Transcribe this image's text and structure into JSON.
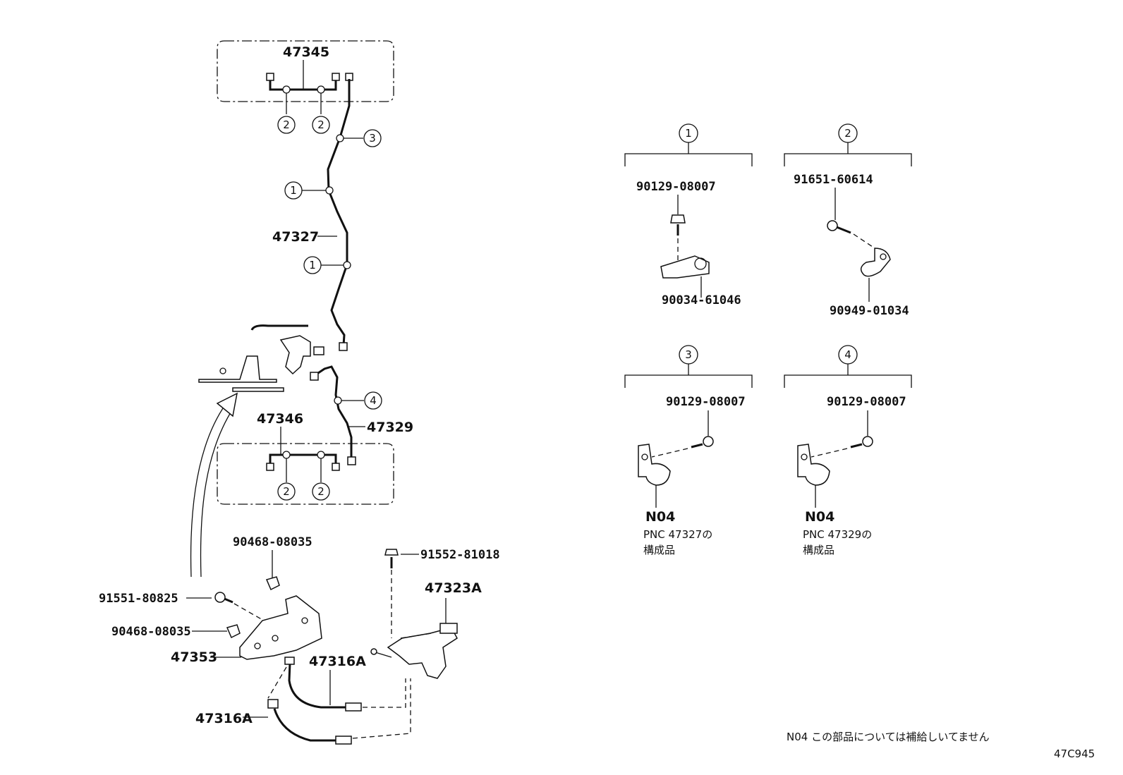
{
  "callouts": {
    "c1": "1",
    "c2": "2",
    "c3": "3",
    "c4": "4"
  },
  "parts": {
    "p47345": "47345",
    "p47327": "47327",
    "p47346": "47346",
    "p47329": "47329",
    "p90468a": "90468-08035",
    "p91552": "91552-81018",
    "p91551": "91551-80825",
    "p47323A": "47323A",
    "p90468b": "90468-08035",
    "p47353": "47353",
    "p47316A_upper": "47316A",
    "p47316A_lower": "47316A"
  },
  "details": {
    "d1": {
      "num": "1",
      "bolt": "90129-08007",
      "clip": "90034-61046"
    },
    "d2": {
      "num": "2",
      "bolt": "91651-60614",
      "clip": "90949-01034"
    },
    "d3": {
      "num": "3",
      "bolt": "90129-08007",
      "code": "N04",
      "note1": "PNC 47327の",
      "note2": "構成品"
    },
    "d4": {
      "num": "4",
      "bolt": "90129-08007",
      "code": "N04",
      "note1": "PNC 47329の",
      "note2": "構成品"
    }
  },
  "footnote": "N04  この部品については補給しいてません",
  "diagram_id": "47C945"
}
